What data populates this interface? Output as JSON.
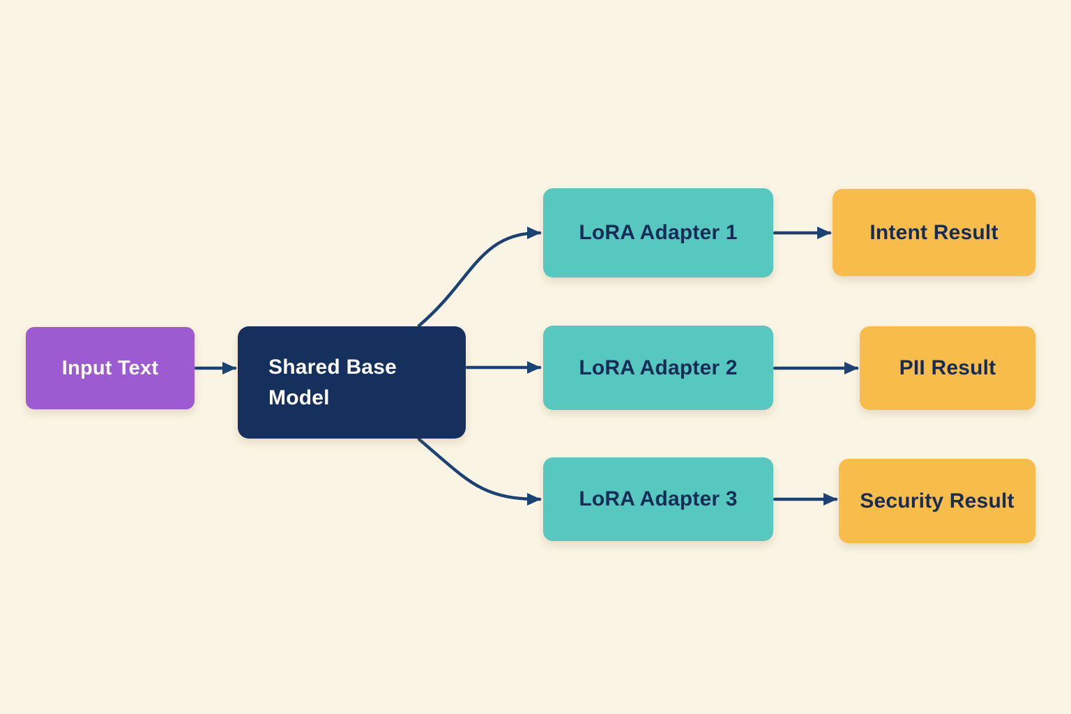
{
  "colors": {
    "background": "#FAF4E4",
    "input_box": "#9C5BD0",
    "base_box": "#16305E",
    "adapter_box": "#57C8BF",
    "result_box": "#F7BC4A",
    "arrow": "#1A4274",
    "text_on_light": "#152C57",
    "text_on_dark": "#FFFFFF"
  },
  "nodes": {
    "input": {
      "label": "Input Text"
    },
    "base": {
      "label": "Shared Base Model"
    },
    "adapter1": {
      "label": "LoRA Adapter 1"
    },
    "adapter2": {
      "label": "LoRA Adapter 2"
    },
    "adapter3": {
      "label": "LoRA Adapter 3"
    },
    "result1": {
      "label": "Intent Result"
    },
    "result2": {
      "label": "PII Result"
    },
    "result3": {
      "label": "Security Result"
    }
  },
  "edges": [
    {
      "from": "input",
      "to": "base"
    },
    {
      "from": "base",
      "to": "adapter1"
    },
    {
      "from": "base",
      "to": "adapter2"
    },
    {
      "from": "base",
      "to": "adapter3"
    },
    {
      "from": "adapter1",
      "to": "result1"
    },
    {
      "from": "adapter2",
      "to": "result2"
    },
    {
      "from": "adapter3",
      "to": "result3"
    }
  ]
}
